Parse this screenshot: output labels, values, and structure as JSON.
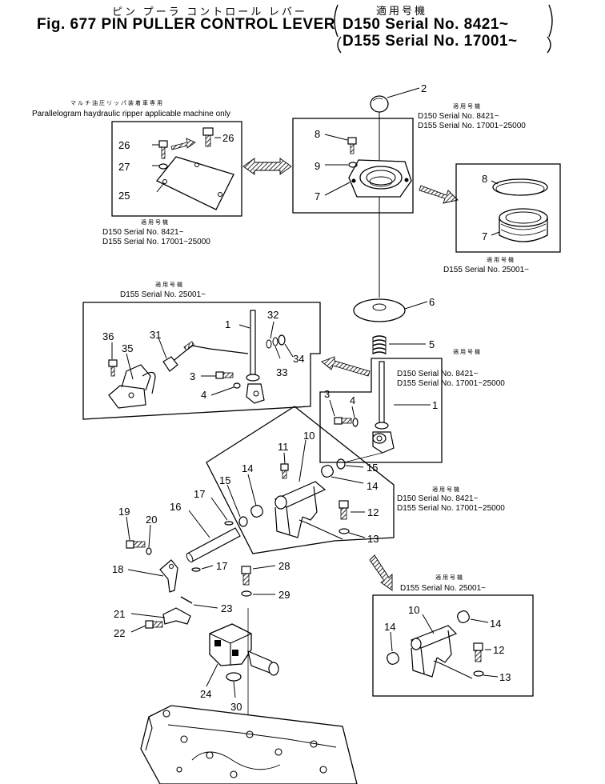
{
  "header": {
    "jp_title": "ピン プーラ コントロール レバー",
    "fig_line": "Fig. 677 PIN PULLER CONTROL LEVER",
    "applicable_jp": "適用号機",
    "serial_d150": "D150 Serial No. 8421~",
    "serial_d155": "D155 Serial No. 17001~"
  },
  "boxes": {
    "ripper": {
      "note_jp": "マルチ油圧リッパ装着車専用",
      "note_en": "Parallelogram haydraulic ripper applicable machine only",
      "applic_jp": "適用号機",
      "d150": "D150  Serial No. 8421~",
      "d155": "D155  Serial No. 17001~25000"
    },
    "top": {
      "applic_jp": "適用号機",
      "d150": "D150  Serial No. 8421~",
      "d155": "D155  Serial No. 17001~25000"
    },
    "ring": {
      "applic_jp": "適用号機",
      "d155": "D155  Serial No. 25001~"
    },
    "lever25001": {
      "applic_jp": "適用号機",
      "d155": "D155  Serial No. 25001~"
    },
    "lever_main": {
      "applic_jp": "適用号機",
      "d150": "D150  Serial No. 8421~",
      "d155": "D155  Serial No. 17001~25000"
    },
    "bracket_main": {
      "applic_jp": "適用号機",
      "d150": "D150  Serial No. 8421~",
      "d155": "D155  Serial No. 17001~25000"
    },
    "bracket25001": {
      "applic_jp": "適用号機",
      "d155": "D155  Serial No. 25001~"
    }
  },
  "callouts": {
    "c1a": "1",
    "c1b": "1",
    "c2": "2",
    "c3a": "3",
    "c3b": "3",
    "c4a": "4",
    "c4b": "4",
    "c5": "5",
    "c6": "6",
    "c7a": "7",
    "c7b": "7",
    "c8a": "8",
    "c8b": "8",
    "c9": "9",
    "c10a": "10",
    "c10b": "10",
    "c11": "11",
    "c12a": "12",
    "c12b": "12",
    "c13a": "13",
    "c13b": "13",
    "c14a": "14",
    "c14b": "14",
    "c14c": "14",
    "c14d": "14",
    "c15a": "15",
    "c15b": "15",
    "c16": "16",
    "c17a": "17",
    "c17b": "17",
    "c18": "18",
    "c19": "19",
    "c20": "20",
    "c21": "21",
    "c22": "22",
    "c23": "23",
    "c24": "24",
    "c25": "25",
    "c26a": "26",
    "c26b": "26",
    "c27": "27",
    "c28": "28",
    "c29": "29",
    "c30": "30",
    "c31": "31",
    "c32": "32",
    "c33": "33",
    "c34": "34",
    "c35": "35",
    "c36": "36"
  }
}
